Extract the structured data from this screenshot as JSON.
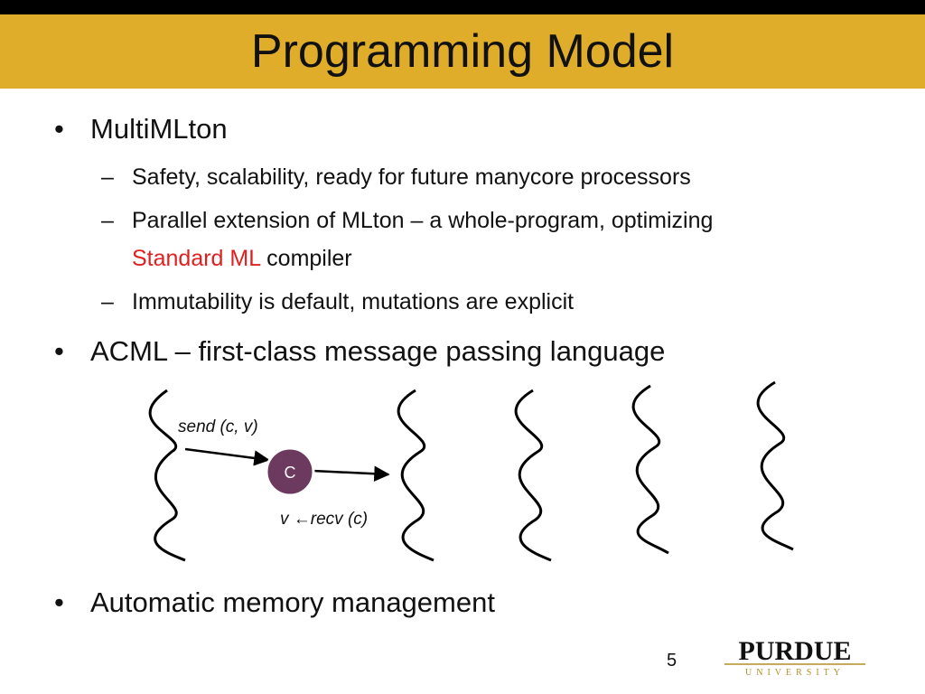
{
  "slide": {
    "title": "Programming Model",
    "page_number": "5",
    "bullets": [
      {
        "marker": "•",
        "text": "MultiMLton"
      },
      {
        "marker": "•",
        "text": "ACML – first-class message passing language"
      },
      {
        "marker": "•",
        "text": "Automatic memory management"
      }
    ],
    "sub_bullets": [
      {
        "marker": "–",
        "text": "Safety, scalability, ready for future manycore processors"
      },
      {
        "marker": "–",
        "text_line1": "Parallel extension of MLton – a whole-program, optimizing",
        "highlight": "Standard ML",
        "text_after": " compiler"
      },
      {
        "marker": "–",
        "text": "Immutability is default, mutations are explicit"
      }
    ],
    "diagram": {
      "send_label": "send (c, v)",
      "channel_label": "C",
      "recv_label": "v ←recv (c)"
    },
    "logo": {
      "word1": "PURDUE",
      "word2": "UNIVERSITY"
    },
    "colors": {
      "title_bar": "#e0ad2a",
      "top_strip": "#000000",
      "highlight": "#e02020",
      "channel_fill": "#6b3a5e"
    }
  }
}
